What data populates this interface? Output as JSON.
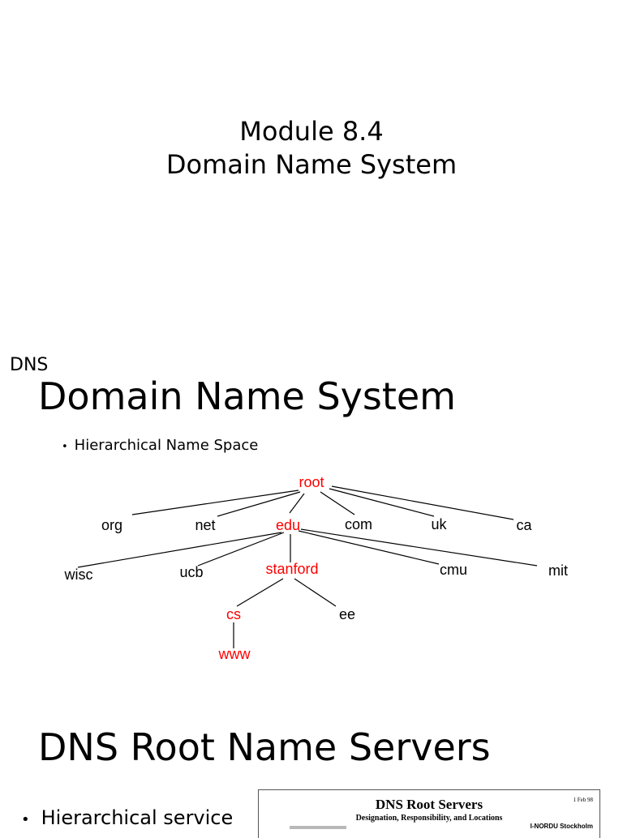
{
  "slide1": {
    "title_line1": "Module 8.4",
    "title_line2": "Domain Name System"
  },
  "slide2": {
    "label": "DNS",
    "title": "Domain Name System",
    "bullet": "Hierarchical Name Space",
    "tree": {
      "highlight_color": "#ff0000",
      "normal_color": "#000000",
      "nodes": {
        "root": "root",
        "org": "org",
        "net": "net",
        "edu": "edu",
        "com": "com",
        "uk": "uk",
        "ca": "ca",
        "wisc": "wisc",
        "ucb": "ucb",
        "stanford": "stanford",
        "cmu": "cmu",
        "mit": "mit",
        "cs": "cs",
        "ee": "ee",
        "www": "www"
      }
    }
  },
  "slide3": {
    "title": "DNS Root Name Servers",
    "bullet": "Hierarchical service",
    "thumbnail": {
      "title": "DNS Root Servers",
      "subtitle": "Designation, Responsibility, and Locations",
      "date": "1 Feb 98",
      "location": "I-NORDU Stockholm"
    }
  }
}
